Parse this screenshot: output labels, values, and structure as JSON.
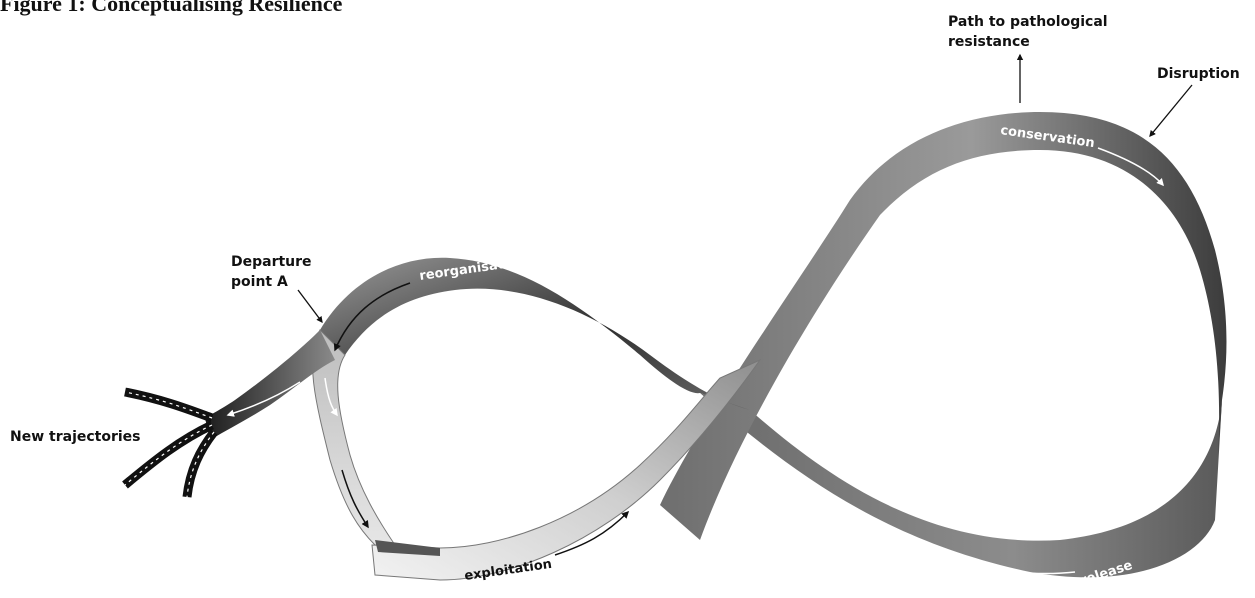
{
  "figure_title": "Figure 1: Conceptualising Resilience",
  "annotations": {
    "path_to_pathological_line1": "Path to pathological",
    "path_to_pathological_line2": "resistance",
    "disruption": "Disruption",
    "departure_line1": "Departure",
    "departure_line2": "point A",
    "new_trajectories": "New trajectories"
  },
  "phases": {
    "conservation": "conservation",
    "release": "release",
    "reorganisation": "reorganisation",
    "exploitation": "exploitation"
  },
  "colors": {
    "band_dark": "#3a3a3a",
    "band_mid": "#8a8a8a",
    "band_light": "#d4d4d4",
    "arrow_white": "#ffffff",
    "arrow_dark": "#111111"
  }
}
